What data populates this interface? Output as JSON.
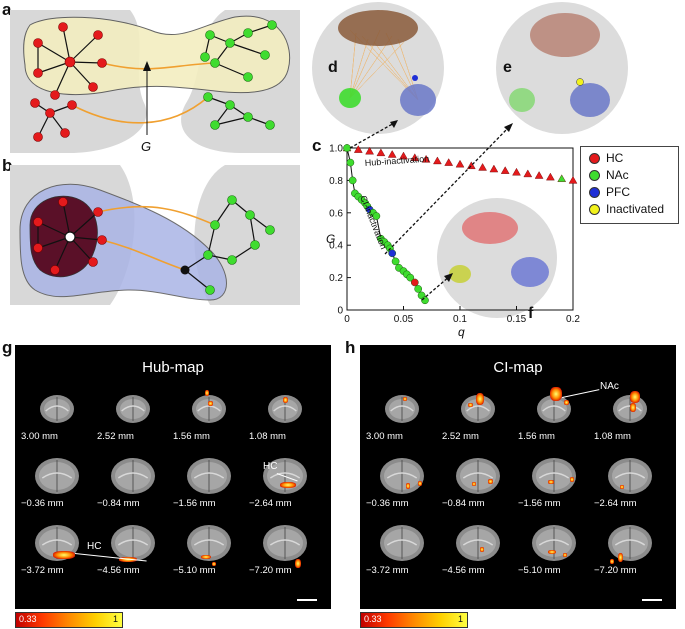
{
  "panels": {
    "a": "a",
    "b": "b",
    "c": "c",
    "d": "d",
    "e": "e",
    "f": "f",
    "g": "g",
    "h": "h"
  },
  "network_label": "G",
  "plot": {
    "ylabel": "G",
    "xlabel": "q",
    "annotations": {
      "hub": "Hub-inactivation",
      "ci": "CI-inactivation"
    }
  },
  "legend": [
    {
      "label": "HC",
      "color": "#e41a1c"
    },
    {
      "label": "NAc",
      "color": "#3fdc2f"
    },
    {
      "label": "PFC",
      "color": "#1f2fd6"
    },
    {
      "label": "Inactivated",
      "color": "#f2f21c"
    }
  ],
  "chart_data": {
    "type": "scatter",
    "xlabel": "q",
    "ylabel": "G",
    "xlim": [
      0,
      0.2
    ],
    "ylim": [
      0,
      1.0
    ],
    "xticks": [
      "0",
      "0.05",
      "0.1",
      "0.15",
      "0.2"
    ],
    "yticks": [
      "0",
      "0.2",
      "0.4",
      "0.6",
      "0.8",
      "1.0"
    ],
    "grid": false,
    "legend_position": "right",
    "series": [
      {
        "name": "Hub-inactivation",
        "marker": "triangle",
        "x": [
          0,
          0.01,
          0.02,
          0.03,
          0.04,
          0.05,
          0.06,
          0.07,
          0.08,
          0.09,
          0.1,
          0.11,
          0.12,
          0.13,
          0.14,
          0.15,
          0.16,
          0.17,
          0.18,
          0.19,
          0.2
        ],
        "y": [
          1.0,
          0.99,
          0.98,
          0.97,
          0.96,
          0.95,
          0.94,
          0.93,
          0.92,
          0.91,
          0.9,
          0.89,
          0.88,
          0.87,
          0.86,
          0.85,
          0.84,
          0.83,
          0.82,
          0.81,
          0.8
        ]
      },
      {
        "name": "CI-inactivation",
        "marker": "circle",
        "x": [
          0,
          0.003,
          0.005,
          0.007,
          0.01,
          0.013,
          0.016,
          0.018,
          0.02,
          0.023,
          0.026,
          0.03,
          0.033,
          0.036,
          0.038,
          0.04,
          0.043,
          0.046,
          0.05,
          0.053,
          0.056,
          0.06,
          0.063,
          0.066,
          0.069
        ],
        "y": [
          1.0,
          0.91,
          0.8,
          0.72,
          0.7,
          0.68,
          0.66,
          0.64,
          0.62,
          0.6,
          0.58,
          0.44,
          0.42,
          0.4,
          0.38,
          0.35,
          0.3,
          0.26,
          0.24,
          0.22,
          0.2,
          0.17,
          0.13,
          0.09,
          0.06
        ]
      }
    ]
  },
  "brain_maps": {
    "hub": {
      "title": "Hub-map",
      "labels": [
        "3.00 mm",
        "2.52 mm",
        "1.56 mm",
        "1.08 mm",
        "−0.36 mm",
        "−0.84 mm",
        "−1.56 mm",
        "−2.64 mm",
        "−3.72 mm",
        "−4.56 mm",
        "−5.10 mm",
        "−7.20 mm"
      ],
      "callouts": [
        "HC",
        "HC"
      ],
      "cbar_min": "0.33",
      "cbar_max": "1"
    },
    "ci": {
      "title": "CI-map",
      "labels": [
        "3.00 mm",
        "2.52 mm",
        "1.56 mm",
        "1.08 mm",
        "−0.36 mm",
        "−0.84 mm",
        "−1.56 mm",
        "−2.64 mm",
        "−3.72 mm",
        "−4.56 mm",
        "−5.10 mm",
        "−7.20 mm"
      ],
      "callouts": [
        "NAc"
      ],
      "cbar_min": "0.33",
      "cbar_max": "1"
    }
  }
}
